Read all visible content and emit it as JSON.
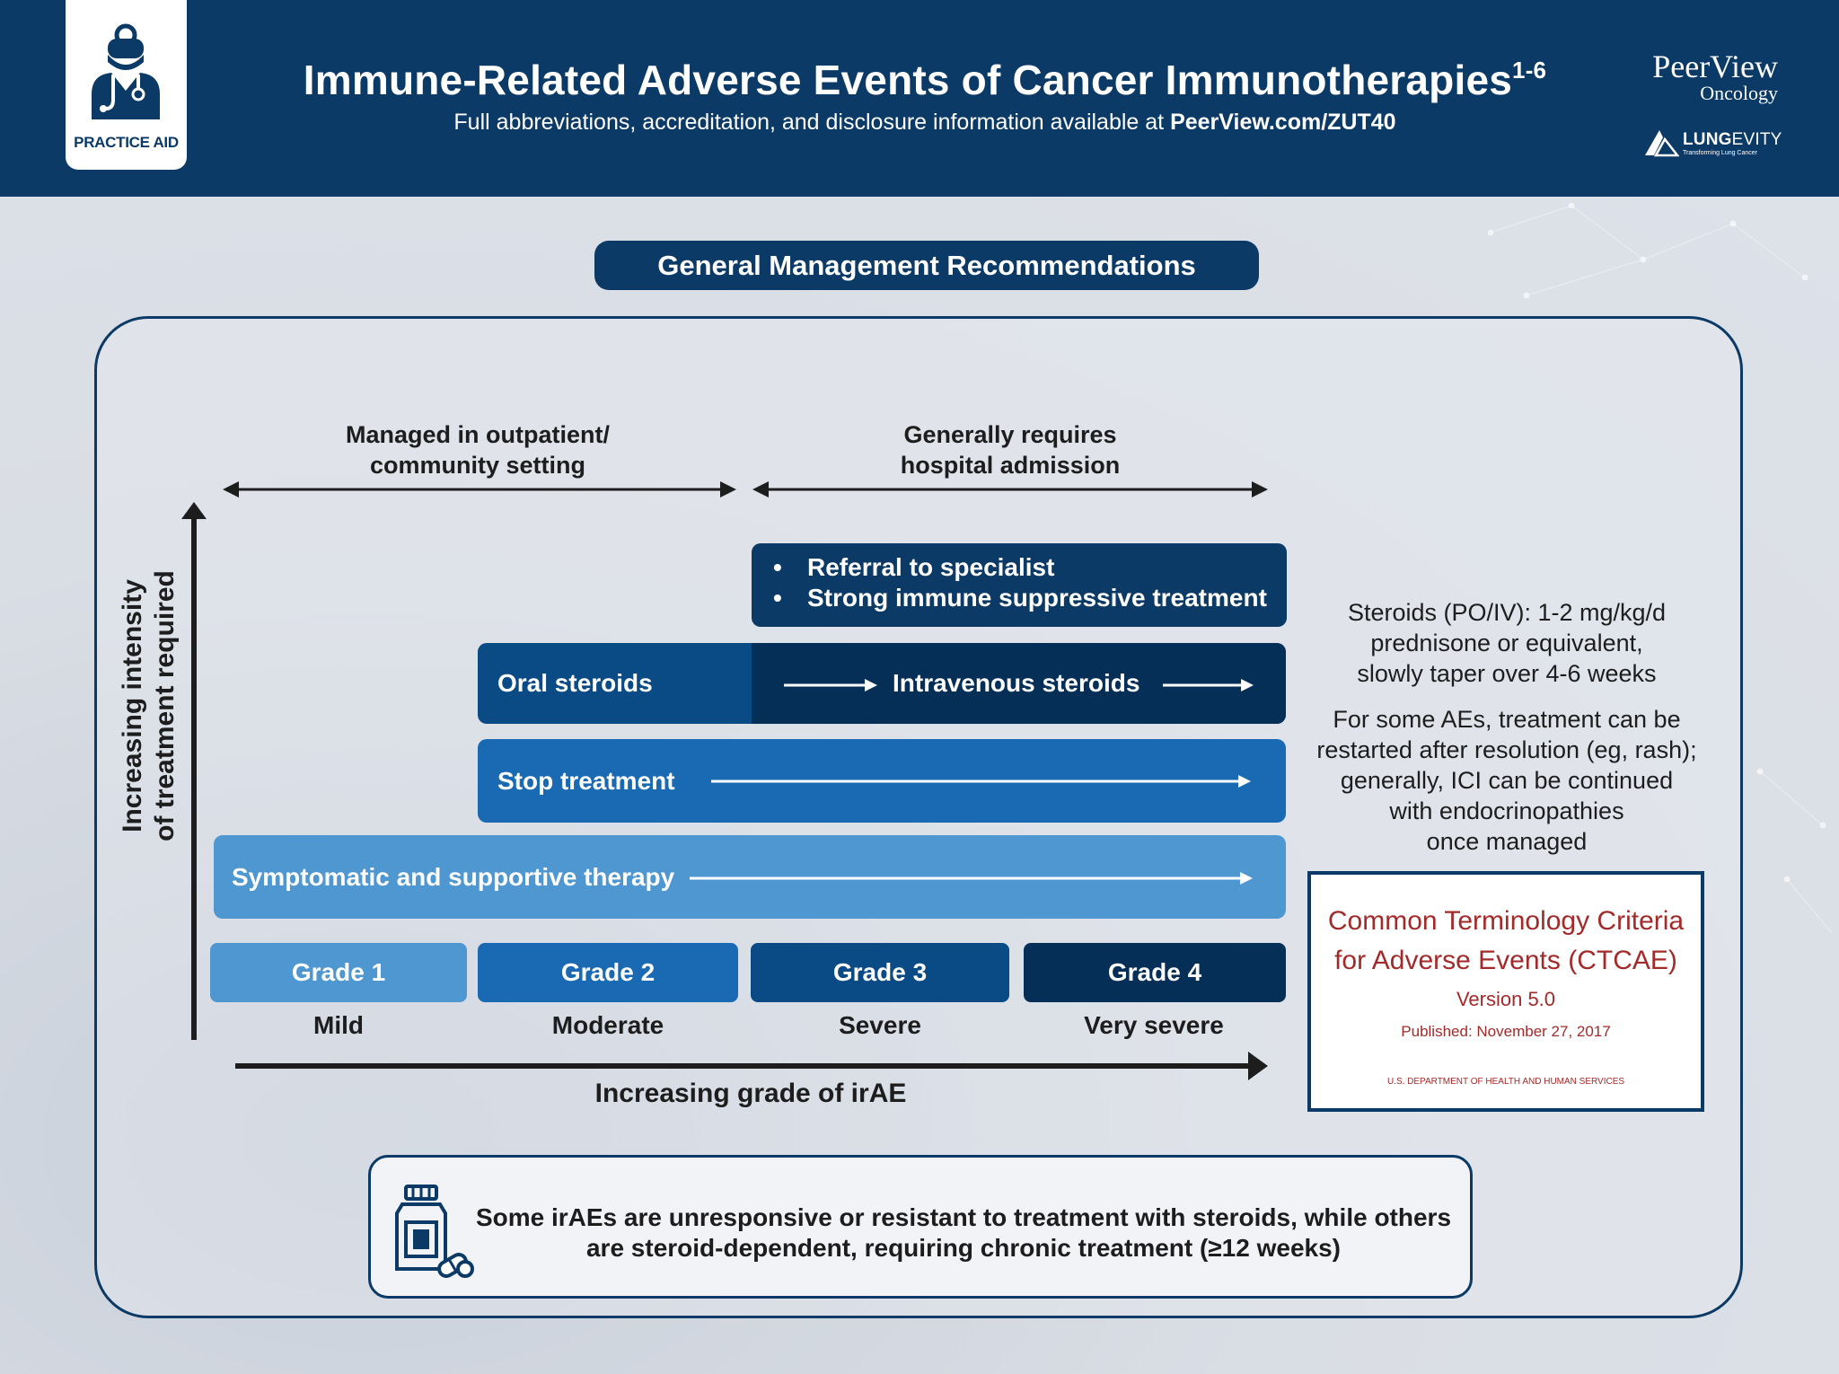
{
  "header": {
    "badge_label": "PRACTICE AID",
    "title": "Immune-Related Adverse Events of Cancer Immunotherapies",
    "title_sup": "1-6",
    "subtitle_prefix": "Full abbreviations, accreditation, and disclosure information available at ",
    "subtitle_link": "PeerView.com/ZUT40",
    "logo_peerview": "PeerView",
    "logo_oncology": "Oncology",
    "logo_lungevity_bold": "LUNG",
    "logo_lungevity_rest": "EVITY",
    "logo_lungevity_tagline": "Transforming Lung Cancer"
  },
  "section_title": "General Management Recommendations",
  "settings": {
    "outpatient": [
      "Managed in outpatient/",
      "community setting"
    ],
    "hospital": [
      "Generally requires",
      "hospital admission"
    ]
  },
  "bars": {
    "referral_1": "Referral to specialist",
    "referral_2": "Strong immune suppressive treatment",
    "oral_steroids": "Oral steroids",
    "iv_steroids": "Intravenous steroids",
    "stop_treatment": "Stop treatment",
    "symptomatic": "Symptomatic and supportive therapy"
  },
  "grades": [
    {
      "label": "Grade 1",
      "severity": "Mild",
      "color": "#4e97d1"
    },
    {
      "label": "Grade 2",
      "severity": "Moderate",
      "color": "#1a6ab3"
    },
    {
      "label": "Grade 3",
      "severity": "Severe",
      "color": "#0b4b85"
    },
    {
      "label": "Grade 4",
      "severity": "Very severe",
      "color": "#062f57"
    }
  ],
  "axes": {
    "x_label": "Increasing grade of irAE",
    "y_label_1": "Increasing intensity",
    "y_label_2": "of treatment required"
  },
  "side_notes": {
    "steroids": [
      "Steroids (PO/IV): 1-2 mg/kg/d",
      "prednisone or equivalent,",
      "slowly taper over 4-6 weeks"
    ],
    "restart": [
      "For some AEs, treatment can be",
      "restarted after resolution (eg, rash);",
      "generally, ICI can be continued",
      "with endocrinopathies",
      "once managed"
    ]
  },
  "ctcae": {
    "title_1": "Common Terminology Criteria",
    "title_2": "for Adverse Events (CTCAE)",
    "version": "Version 5.0",
    "published": "Published: November 27, 2017",
    "dept": "U.S. DEPARTMENT OF HEALTH AND HUMAN SERVICES"
  },
  "note": {
    "line_1": "Some irAEs are unresponsive or resistant to treatment with steroids, while others",
    "line_2": "are steroid-dependent, requiring chronic treatment (≥12 weeks)"
  },
  "colors": {
    "navy": "#0b3a66",
    "bar_dark": "#0b3a66",
    "bar_oral": "#0b4b85",
    "bar_stop": "#1a6ab3",
    "bar_symptomatic": "#4e97d1",
    "ctcae_red": "#a32a2a"
  }
}
